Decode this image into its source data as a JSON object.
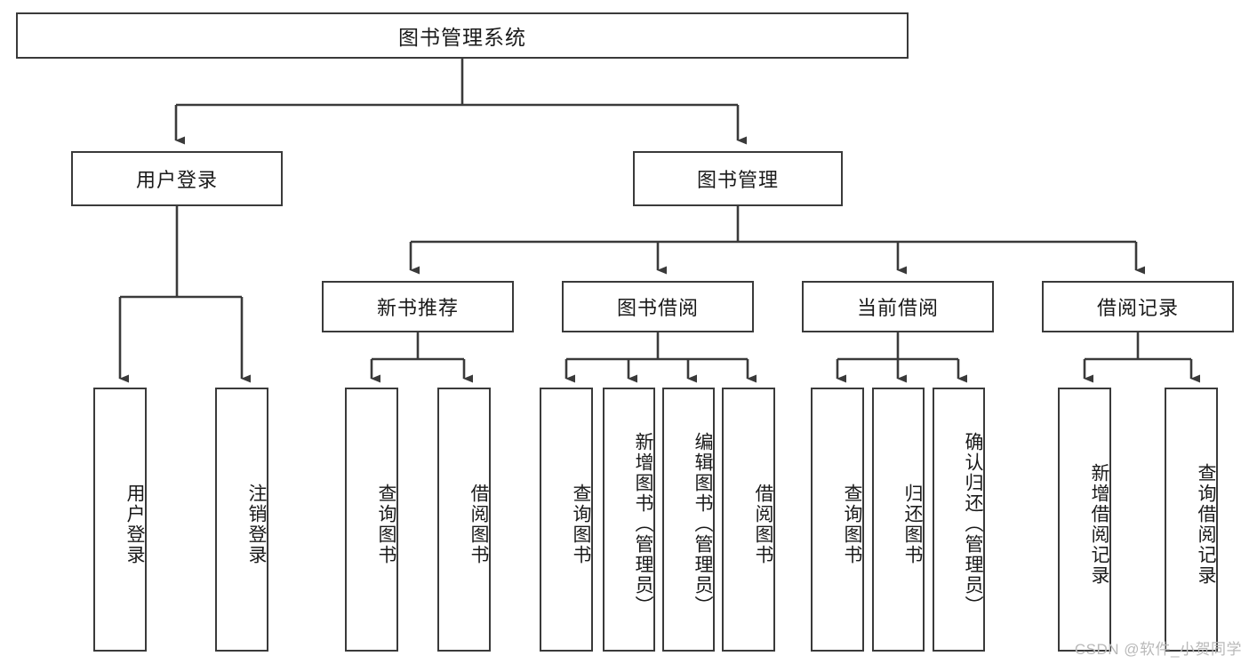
{
  "diagram": {
    "type": "tree-hierarchy-flowchart",
    "title": "图书管理系统",
    "orientation": "top-down",
    "style": {
      "box_border_color": "#3a3a3a",
      "box_fill_color": "#ffffff",
      "connector_color": "#3a3a3a",
      "background_color": "#ffffff",
      "text_color": "#1a1a1a"
    },
    "levels": {
      "level1": "系统根节点",
      "level2": "主模块",
      "level3": "子模块",
      "level4": "功能项（竖排文字）"
    }
  },
  "nodes": {
    "root": {
      "id": "root",
      "label": "图书管理系统",
      "orientation": "horizontal"
    },
    "level2": [
      {
        "id": "user-login",
        "label": "用户登录",
        "orientation": "horizontal"
      },
      {
        "id": "book-manage",
        "label": "图书管理",
        "orientation": "horizontal"
      }
    ],
    "level3": [
      {
        "id": "new-book-recommend",
        "label": "新书推荐",
        "orientation": "horizontal",
        "parent": "book-manage"
      },
      {
        "id": "book-borrow",
        "label": "图书借阅",
        "orientation": "horizontal",
        "parent": "book-manage"
      },
      {
        "id": "current-borrow",
        "label": "当前借阅",
        "orientation": "horizontal",
        "parent": "book-manage"
      },
      {
        "id": "borrow-record",
        "label": "借阅记录",
        "orientation": "horizontal",
        "parent": "book-manage"
      }
    ],
    "leaves": [
      {
        "id": "leaf-user-login",
        "label": "用户登录",
        "parent": "user-login",
        "orientation": "vertical"
      },
      {
        "id": "leaf-logout",
        "label": "注销登录",
        "parent": "user-login",
        "orientation": "vertical"
      },
      {
        "id": "leaf-query-book-1",
        "label": "查询图书",
        "parent": "new-book-recommend",
        "orientation": "vertical"
      },
      {
        "id": "leaf-borrow-book-1",
        "label": "借阅图书",
        "parent": "new-book-recommend",
        "orientation": "vertical"
      },
      {
        "id": "leaf-query-book-2",
        "label": "查询图书",
        "parent": "book-borrow",
        "orientation": "vertical"
      },
      {
        "id": "leaf-add-book",
        "label": "新增图书（管理员）",
        "parent": "book-borrow",
        "orientation": "vertical"
      },
      {
        "id": "leaf-edit-book",
        "label": "编辑图书（管理员）",
        "parent": "book-borrow",
        "orientation": "vertical"
      },
      {
        "id": "leaf-borrow-book-2",
        "label": "借阅图书",
        "parent": "book-borrow",
        "orientation": "vertical"
      },
      {
        "id": "leaf-query-book-3",
        "label": "查询图书",
        "parent": "current-borrow",
        "orientation": "vertical"
      },
      {
        "id": "leaf-return-book",
        "label": "归还图书",
        "parent": "current-borrow",
        "orientation": "vertical"
      },
      {
        "id": "leaf-confirm-return",
        "label": "确认归还（管理员）",
        "parent": "current-borrow",
        "orientation": "vertical"
      },
      {
        "id": "leaf-add-record",
        "label": "新增借阅记录",
        "parent": "borrow-record",
        "orientation": "vertical"
      },
      {
        "id": "leaf-query-record",
        "label": "查询借阅记录",
        "parent": "borrow-record",
        "orientation": "vertical"
      }
    ]
  },
  "watermark": {
    "text": "CSDN @软件_小贺同学"
  }
}
